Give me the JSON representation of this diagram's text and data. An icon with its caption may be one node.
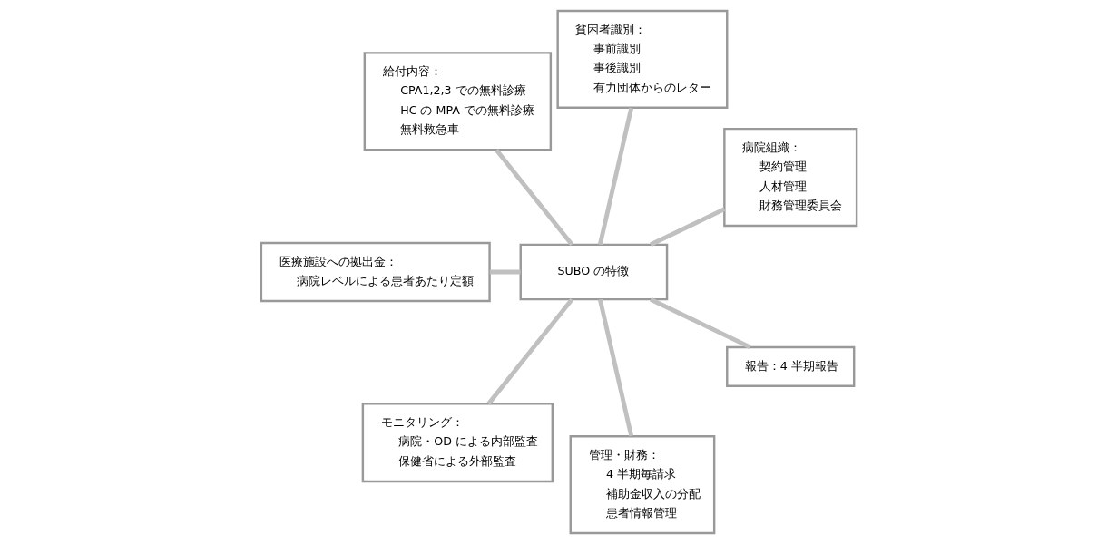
{
  "diagram": {
    "nodes": [
      {
        "text": [
          "SUBO の特徴"
        ]
      },
      {
        "text": [
          "病院組織：",
          "契約管理",
          "人材管理",
          "財務管理委員会"
        ]
      },
      {
        "text": [
          "貧困者識別：",
          "事前識別",
          "事後識別",
          "有力団体からのレター"
        ]
      },
      {
        "text": [
          "給付内容：",
          "CPA1,2,3 での無料診療",
          "HC の MPA での無料診療",
          "無料救急車"
        ]
      },
      {
        "text": [
          "医療施設への拠出金：",
          "病院レベルによる患者あたり定額"
        ]
      },
      {
        "text": [
          "モニタリング：",
          "病院・OD による内部監査",
          "保健省による外部監査"
        ]
      },
      {
        "text": [
          "管理・財務：",
          "4 半期毎請求",
          "補助金収入の分配",
          "患者情報管理"
        ]
      },
      {
        "text": [
          "報告：4 半期報告"
        ]
      }
    ],
    "edges": [
      {
        "from": 0,
        "to": 1,
        "arrow": "none"
      },
      {
        "from": 0,
        "to": 2,
        "arrow": "none"
      },
      {
        "from": 0,
        "to": 3,
        "arrow": "none"
      },
      {
        "from": 0,
        "to": 4,
        "arrow": "none"
      },
      {
        "from": 0,
        "to": 5,
        "arrow": "none"
      },
      {
        "from": 0,
        "to": 6,
        "arrow": "none"
      },
      {
        "from": 0,
        "to": 7,
        "arrow": "none"
      }
    ]
  }
}
